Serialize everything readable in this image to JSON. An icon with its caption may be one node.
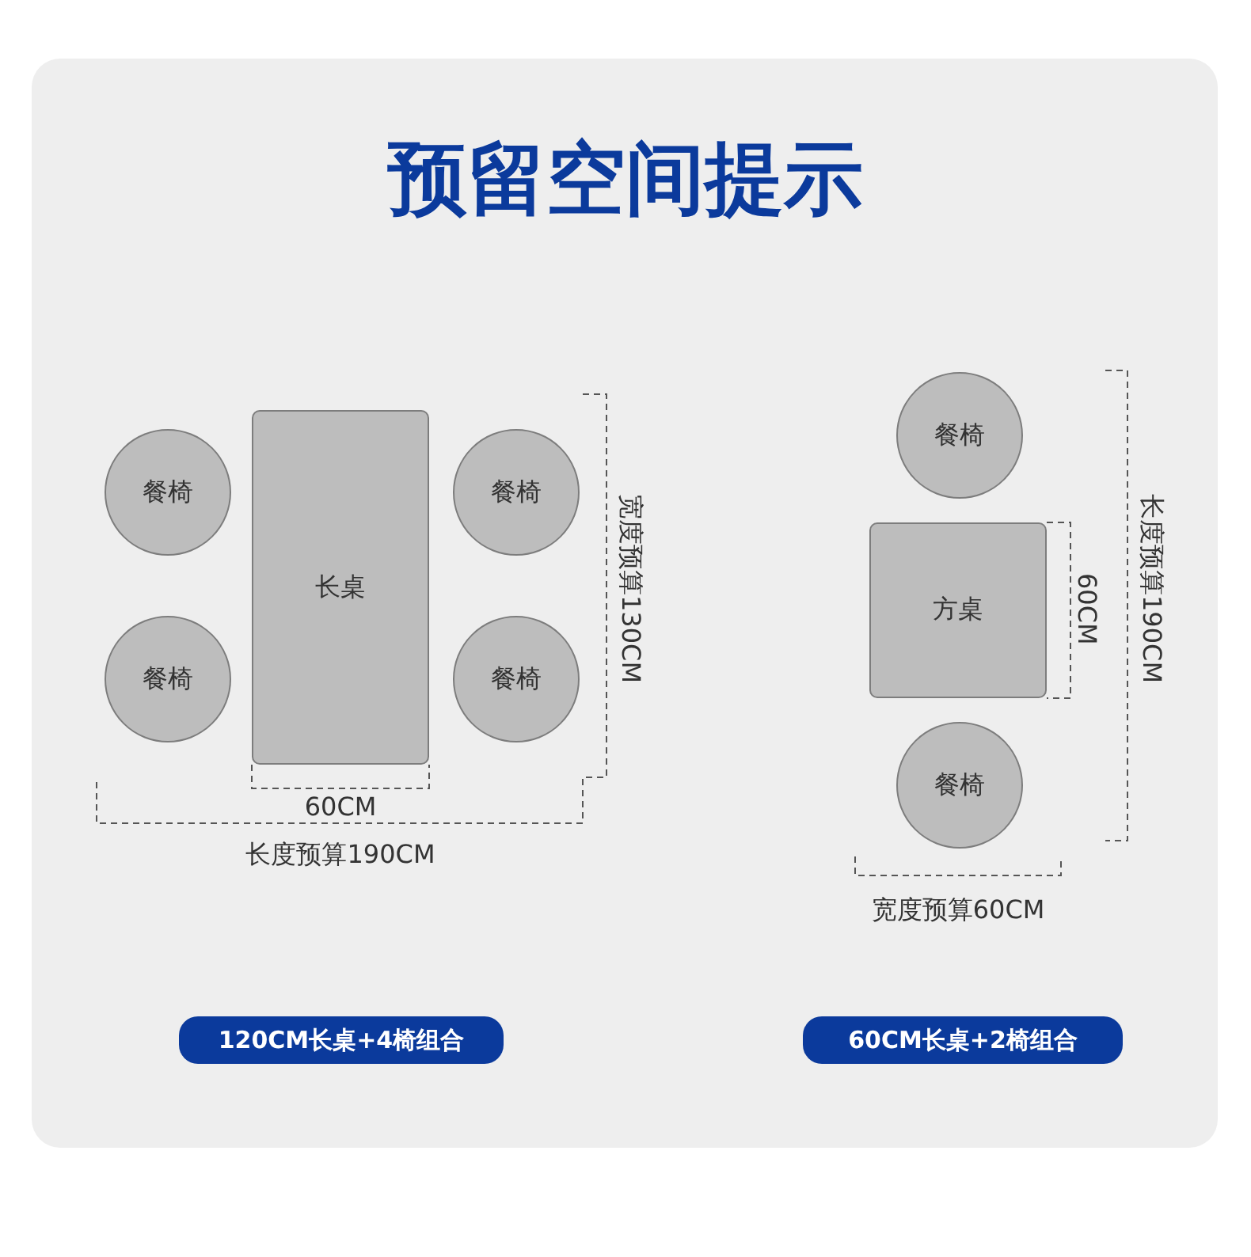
{
  "diagram": {
    "title": "预留空间提示",
    "nodes": [
      {
        "text": [
          "餐椅"
        ]
      },
      {
        "text": [
          "长桌"
        ]
      },
      {
        "text": [
          "餐椅"
        ]
      },
      {
        "text": [
          "餐椅"
        ]
      },
      {
        "text": [
          "餐椅"
        ]
      },
      {
        "text": [
          "餐椅"
        ]
      },
      {
        "text": [
          "方桌"
        ]
      },
      {
        "text": [
          "餐椅"
        ]
      },
      {
        "text": [
          "120CM长桌+4椅组合"
        ]
      },
      {
        "text": [
          "60CM长桌+2椅组合"
        ]
      }
    ],
    "edges": [],
    "labels": [
      "宽度预算130CM",
      "60CM",
      "长度预算190CM",
      "长度预算190CM",
      "60CM",
      "宽度预算60CM"
    ]
  }
}
